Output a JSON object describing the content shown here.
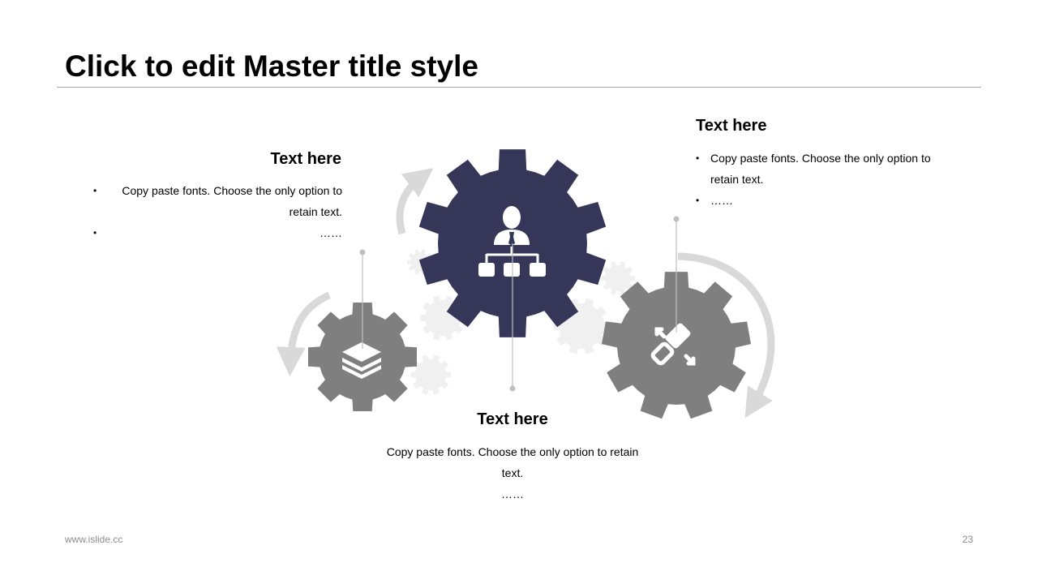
{
  "slide": {
    "title": "Click to edit Master title style",
    "footer_left": "www.islide.cc",
    "page_number": "23"
  },
  "blocks": {
    "left": {
      "heading": "Text here",
      "bullets": [
        "Copy paste fonts. Choose the only option to retain text.",
        "……"
      ]
    },
    "right": {
      "heading": "Text here",
      "bullets": [
        "Copy paste fonts. Choose the only option to retain text.",
        "……"
      ]
    },
    "bottom": {
      "heading": "Text here",
      "body": "Copy paste fonts. Choose the only option to retain text.",
      "ellipsis": "……"
    }
  },
  "colors": {
    "primary_gear": "#363758",
    "secondary_gear": "#7f7f7f",
    "light_gear": "#f0f0f0",
    "arrow": "#d9d9d9",
    "connector": "#bfbfbf"
  },
  "icons": {
    "center_gear": "org-chart-person-icon",
    "left_gear": "layers-icon",
    "right_gear": "plug-connect-icon"
  }
}
